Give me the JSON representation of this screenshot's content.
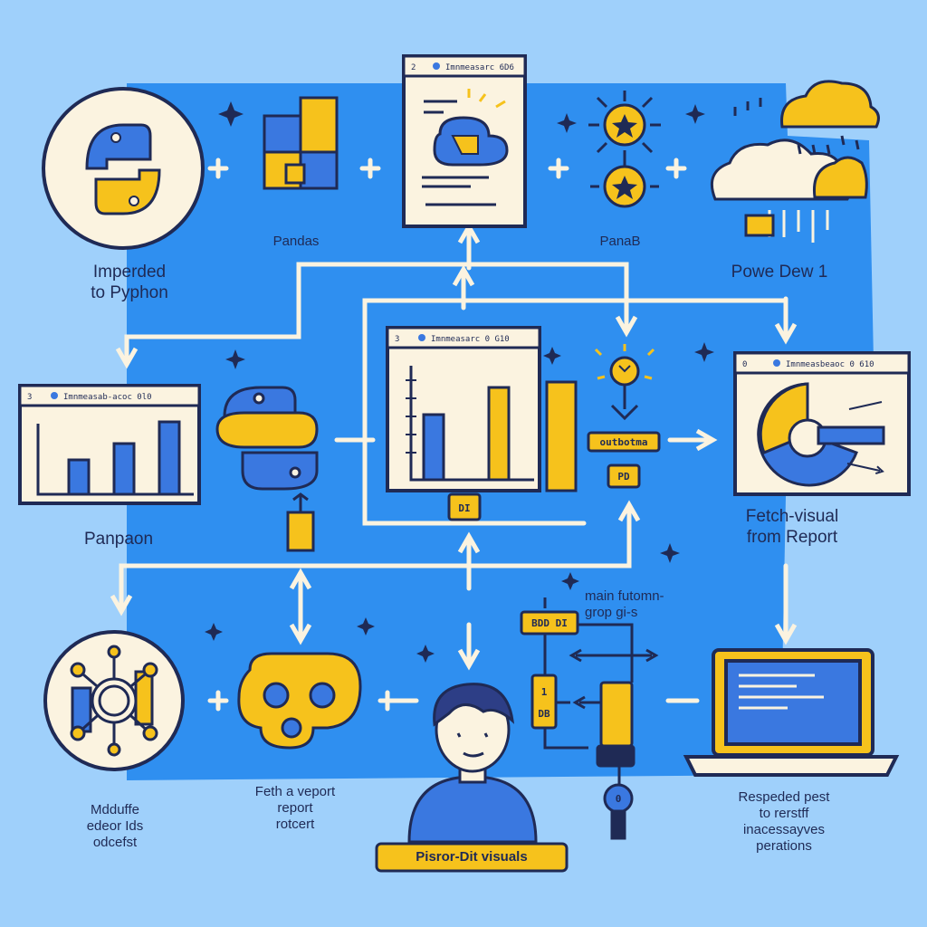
{
  "labels": {
    "imported_python": "Imperded\nto Pyphon",
    "pandas": "Pandas",
    "panab": "PanaB",
    "power_bi": "Powe Dew 1",
    "panpaon": "Panpaon",
    "fetch_visual": "Fetch-visual\nfrom Report",
    "main_function": "main futomn-\ngrop gi-s",
    "modify_report": "Mdduffe\nedeor Ids\nodcefst",
    "fetch_report": "Feth a veport\nreport\nrotcert",
    "render_visuals": "Pisror-Dit visuals",
    "responded_post": "Respeded pest\nto rerstff\ninacessayves\nperations"
  },
  "windows": {
    "top": {
      "num": "2",
      "title": "Imnmeasarc 6D6"
    },
    "center": {
      "num": "3",
      "title": "Imnmeasarc 0 G10"
    },
    "left": {
      "num": "3",
      "title": "Imnmeasab-acoc 0l0"
    },
    "right": {
      "num": "0",
      "title": "Imnmeasbeaoc 0 610"
    }
  },
  "boxes": {
    "d1": "DI",
    "outsforma": "outbotma",
    "pd": "PD",
    "bdd": "BDD DI",
    "side1": "1",
    "side2": "DB",
    "bulb": "0"
  },
  "colors": {
    "background": "#9fd0fb",
    "panel": "#2f8ff0",
    "yellow": "#f6c21c",
    "blue": "#3a78e0",
    "cream": "#fbf3e0",
    "outline": "#1f2a55"
  }
}
